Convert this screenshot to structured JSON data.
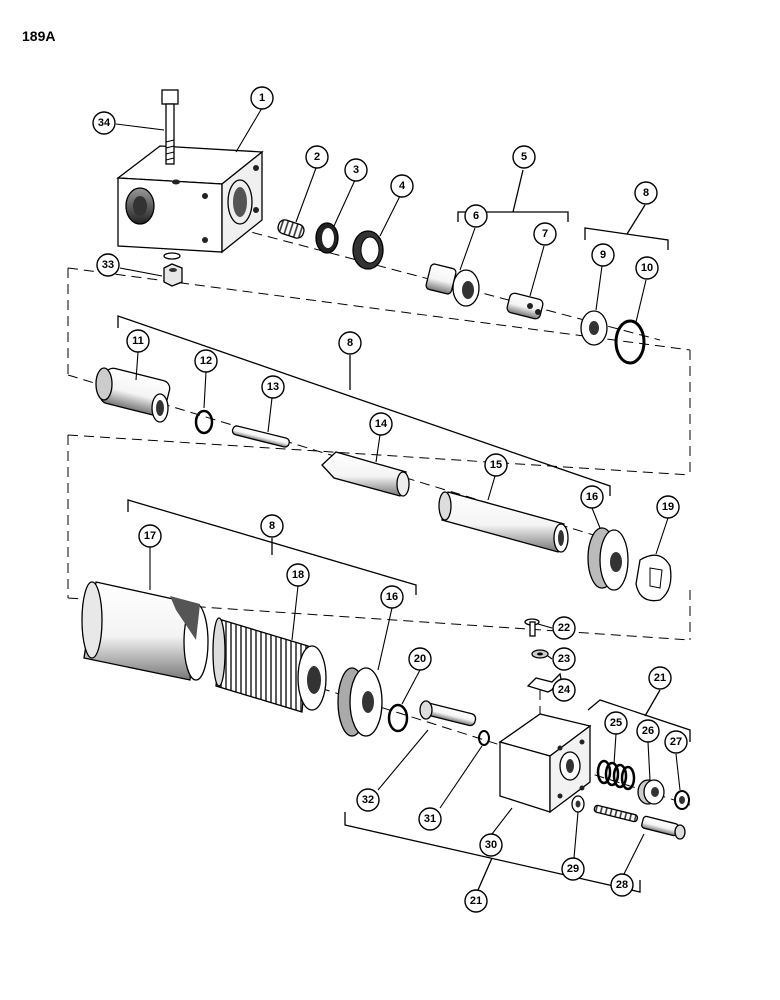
{
  "page_code": "189A",
  "callouts": {
    "c1": "1",
    "c2": "2",
    "c3": "3",
    "c4": "4",
    "c5": "5",
    "c6": "6",
    "c7": "7",
    "c8a": "8",
    "c8b": "8",
    "c8c": "8",
    "c9": "9",
    "c10": "10",
    "c11": "11",
    "c12": "12",
    "c13": "13",
    "c14": "14",
    "c15": "15",
    "c16a": "16",
    "c16b": "16",
    "c17": "17",
    "c18": "18",
    "c19": "19",
    "c20": "20",
    "c21a": "21",
    "c21b": "21",
    "c22": "22",
    "c23": "23",
    "c24": "24",
    "c25": "25",
    "c26": "26",
    "c27": "27",
    "c28": "28",
    "c29": "29",
    "c30": "30",
    "c31": "31",
    "c32": "32",
    "c33": "33",
    "c34": "34"
  },
  "colors": {
    "ink": "#000000",
    "paper": "#ffffff",
    "shade": "#cfcfcf"
  }
}
